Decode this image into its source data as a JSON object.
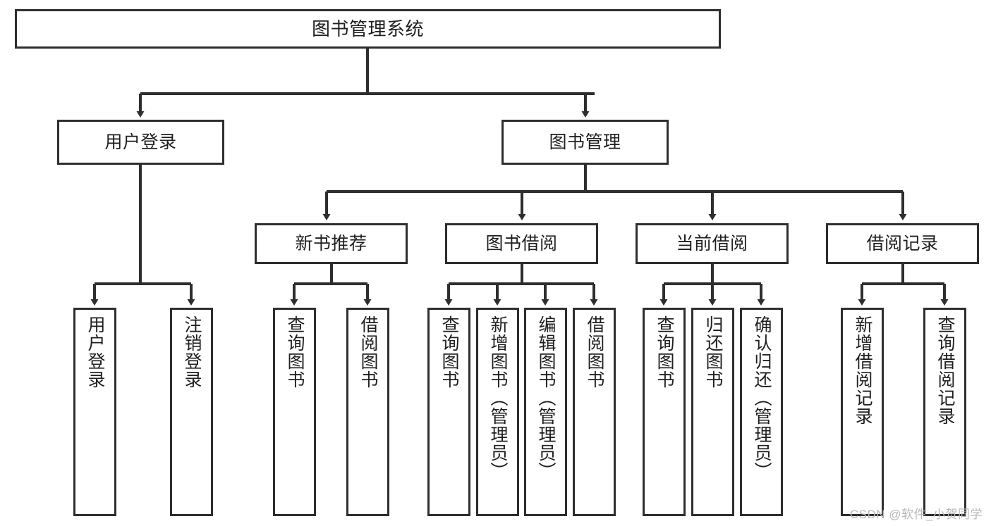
{
  "diagram": {
    "title": "图书管理系统",
    "type": "functional-structure-tree",
    "watermark": "CSDN @软件_小贺同学",
    "colors": {
      "box_border": "#2e2e2e",
      "box_fill": "#ffffff",
      "connector": "#2e2e2e",
      "text": "#1f1f1f",
      "watermark": "#b8b8b8",
      "background": "#ffffff"
    }
  },
  "nodes": {
    "root": {
      "label": "图书管理系统"
    },
    "level2": [
      {
        "id": "user-login",
        "label": "用户登录"
      },
      {
        "id": "book-manage",
        "label": "图书管理"
      }
    ],
    "level3": [
      {
        "id": "new-book-recommend",
        "label": "新书推荐"
      },
      {
        "id": "book-borrow",
        "label": "图书借阅"
      },
      {
        "id": "current-borrow",
        "label": "当前借阅"
      },
      {
        "id": "borrow-record",
        "label": "借阅记录"
      }
    ],
    "leaves": {
      "user_login": [
        {
          "id": "leaf-user-login",
          "label": "用户登录"
        },
        {
          "id": "leaf-logout-login",
          "label": "注销登录"
        }
      ],
      "new_book_recommend": [
        {
          "id": "leaf-query-book-1",
          "label": "查询图书"
        },
        {
          "id": "leaf-borrow-book-1",
          "label": "借阅图书"
        }
      ],
      "book_borrow": [
        {
          "id": "leaf-query-book-2",
          "label": "查询图书"
        },
        {
          "id": "leaf-add-book",
          "label": "新增图书（管理员）"
        },
        {
          "id": "leaf-edit-book",
          "label": "编辑图书（管理员）"
        },
        {
          "id": "leaf-borrow-book-2",
          "label": "借阅图书"
        }
      ],
      "current_borrow": [
        {
          "id": "leaf-query-book-3",
          "label": "查询图书"
        },
        {
          "id": "leaf-return-book",
          "label": "归还图书"
        },
        {
          "id": "leaf-confirm-return",
          "label": "确认归还（管理员）"
        }
      ],
      "borrow_record": [
        {
          "id": "leaf-add-record",
          "label": "新增借阅记录"
        },
        {
          "id": "leaf-query-record",
          "label": "查询借阅记录"
        }
      ]
    }
  }
}
